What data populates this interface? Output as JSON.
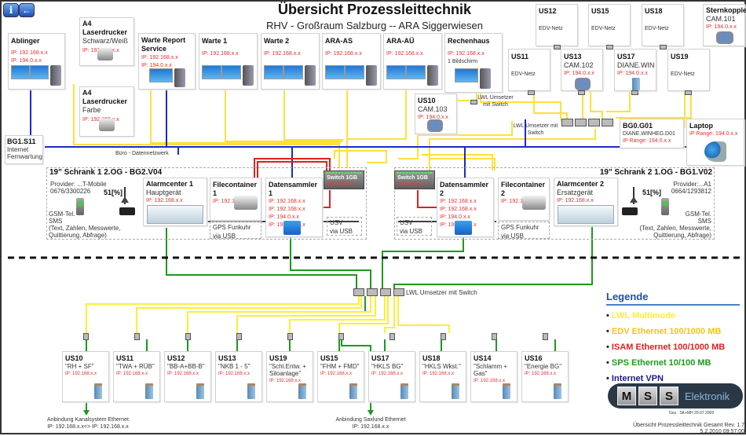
{
  "header": {
    "title": "Übersicht Prozessleittechnik",
    "subtitle": "RHV - Großraum Salzburg -- ARA Siggerwiesen"
  },
  "toolbar": {
    "info_icon": "info-icon",
    "back_icon": "back-arrow-icon"
  },
  "top_stations": [
    {
      "name": "Ablinger",
      "sub": "",
      "ips": [
        "IP: 192.168.x.x",
        "IP: 194.0.x.x"
      ],
      "icon": "dual-monitor-workstation-icon"
    },
    {
      "name": "A4 Laserdrucker",
      "sub": "Schwarz/Weiß",
      "ips": [
        "IP: 192.168.x.x"
      ],
      "icon": "printer-icon"
    },
    {
      "name": "A4 Laserdrucker",
      "sub": "Farbe",
      "ips": [
        "IP: 192.168.x.x"
      ],
      "icon": "printer-icon"
    },
    {
      "name": "Warte Report Service",
      "sub": "",
      "ips": [
        "IP: 192.168.x.x",
        "IP: 194.0.x.x"
      ],
      "icon": "workstation-icon"
    },
    {
      "name": "Warte 1",
      "sub": "",
      "ips": [
        "IP: 192.168.x.x"
      ],
      "icon": "dual-monitor-workstation-icon"
    },
    {
      "name": "Warte 2",
      "sub": "",
      "ips": [
        "IP: 192.168.x.x"
      ],
      "icon": "dual-monitor-workstation-icon"
    },
    {
      "name": "ARA-AS",
      "sub": "",
      "ips": [
        "IP: 192.168.x.x"
      ],
      "icon": "dual-monitor-workstation-icon"
    },
    {
      "name": "ARA-AÜ",
      "sub": "",
      "ips": [
        "IP: 192.168.x.x"
      ],
      "icon": "dual-monitor-workstation-icon"
    },
    {
      "name": "Rechenhaus",
      "sub": "",
      "ips": [
        "IP: 192.168.x.x"
      ],
      "note": "1 Bildschirm",
      "icon": "workstation-icon"
    }
  ],
  "right_stations": [
    {
      "name": "US12",
      "sub": "EDV-Netz"
    },
    {
      "name": "US15",
      "sub": "EDV-Netz"
    },
    {
      "name": "US18",
      "sub": "EDV-Netz"
    },
    {
      "name": "Sternkoppler",
      "sub": "CAM.101",
      "ip": "IP: 194.0.x.x"
    },
    {
      "name": "US11",
      "sub": "EDV-Netz"
    },
    {
      "name": "US13",
      "sub": "CAM.102",
      "ip": "IP: 194.0.x.x"
    },
    {
      "name": "US17",
      "sub": "DIANE.WIN",
      "ip": "IP: 194.0.x.x"
    },
    {
      "name": "US19",
      "sub": "EDV-Netz"
    },
    {
      "name": "US10",
      "sub": "CAM.103",
      "ip": "IP: 194.0.x.x"
    }
  ],
  "converters": {
    "top_label": "LWL Umsetzer mit Switch",
    "mid_label": "LWL Umsetzer mit Switch",
    "bottom_label": "LWL Umsetzer mit Switch"
  },
  "bg0": {
    "name": "BG0.G01",
    "sub": "DIANE.WINHEG.D01",
    "ip": "IP Range: 194.0.x.x"
  },
  "laptop": {
    "name": "Laptop",
    "ip": "IP Range: 194.0.x.x"
  },
  "bg1": {
    "name": "BG1.S11",
    "lines": [
      "Internet",
      "Fernwartung"
    ]
  },
  "network_label": "Büro - Datennetzwerk",
  "cabinet1": {
    "title": "19\" Schrank 1 2.OG - BG2.V04",
    "provider": [
      "Provider: ...T-Mobile",
      "0676/3300226"
    ],
    "signal": "51[%]",
    "gsm": [
      "GSM-Tel.",
      "SMS",
      "(Text, Zahlen, Messwerte,",
      "Quittierung, Abfrage)"
    ],
    "alarm": {
      "name": "Alarmcenter 1",
      "sub": "Hauptgerät",
      "ip": "IP: 192.168.x.x"
    },
    "file": {
      "name": "Filecontainer 1",
      "ip": "IP: 192.168.x.x"
    },
    "gps": [
      "GPS Funkuhr",
      "via USB"
    ],
    "collector": {
      "name": "Datensammler 1",
      "ips": [
        "IP: 192.168.x.x",
        "IP: 192.168.x.x",
        "IP: 194.0.x.x",
        "IP: 192.168.x.x"
      ]
    },
    "usv": [
      "USV",
      "via USB"
    ],
    "switch": {
      "name": "Switch 1GB",
      "ip": "192.168.x.x"
    }
  },
  "cabinet2": {
    "title": "19\" Schrank 2 1.OG - BG1.V02",
    "provider": [
      "Provider:...A1",
      "0664/1293812"
    ],
    "signal": "51[%]",
    "gsm": [
      "GSM-Tel.",
      "SMS",
      "(Text, Zahlen, Messwerte,",
      "Quittierung, Abfrage)"
    ],
    "alarm": {
      "name": "Alarmcenter 2",
      "sub": "Ersatzgerät",
      "ip": "IP: 192.168.x.x"
    },
    "file": {
      "name": "Filecontainer 2",
      "ip": "IP: 192.168.x.x"
    },
    "gps": [
      "GPS Funkuhr",
      "via USB"
    ],
    "collector": {
      "name": "Datensammler 2",
      "ips": [
        "IP: 192.168.x.x",
        "IP: 192.168.x.x",
        "IP: 194.0.x.x",
        "IP: 192.168.x.x"
      ]
    },
    "usv": [
      "USV",
      "via USB"
    ],
    "switch": {
      "name": "Switch 1GB",
      "ip": "192.168.x.x"
    }
  },
  "plc_stations": [
    {
      "name": "US10",
      "desc": "\"RH + SF\"",
      "ip": "IP: 192.168.x.x"
    },
    {
      "name": "US11",
      "desc": "\"TWA + RÜB\"",
      "ip": "IP: 192.168.x.x"
    },
    {
      "name": "US12",
      "desc": "\"BB-A+BB-B\"",
      "ip": "IP: 192.168.x.x"
    },
    {
      "name": "US13",
      "desc": "\"NKB 1 - 5\"",
      "ip": "IP: 192.168.x.x"
    },
    {
      "name": "US19",
      "desc": "\"Schl.Entw. + Siloanlage\"",
      "ip": "IP: 192.168.x.x"
    },
    {
      "name": "US15",
      "desc": "\"FHM + FMD\"",
      "ip": "IP: 192.168.x.x"
    },
    {
      "name": "US17",
      "desc": "\"HKLS BG\"",
      "ip": "IP: 192.168.x.x"
    },
    {
      "name": "US18",
      "desc": "\"HKLS Wkst.\"",
      "ip": "IP: 192.168.x.x"
    },
    {
      "name": "US14",
      "desc": "\"Schlamm + Gas\"",
      "ip": "IP: 192.168.x.x"
    },
    {
      "name": "US16",
      "desc": "\"Energie BG\"",
      "ip": "IP: 192.168.x.x"
    }
  ],
  "links": {
    "kanal": [
      "Anbindung Kanalsystem Ethernet",
      "IP: 192.168.x.x<> IP: 192.168.x.x"
    ],
    "saxlund": [
      "Anbindung Saxlund Ethernet",
      "IP: 192.168.x.x"
    ]
  },
  "legend": {
    "title": "Legende",
    "items": [
      {
        "label": "LWL Multimode",
        "color": "#ffee33"
      },
      {
        "label": "EDV Ethernet 100/1000 MB",
        "color": "#f5c518"
      },
      {
        "label": "ISAM Ethernet 100/1000 MB",
        "color": "#e02020"
      },
      {
        "label": "SPS Ethernet 10/100 MB",
        "color": "#1c9a1c"
      },
      {
        "label": "Internet VPN",
        "color": "#1a1a8c"
      }
    ]
  },
  "logo": {
    "letters": [
      "M",
      "S",
      "S"
    ],
    "text": "Elektronik"
  },
  "footer": {
    "gez": "Gez.: SK+MH 29.07.2009",
    "doc": "Übersicht Prozessleittechnik Gesamt Rev. 1.7",
    "date": "5.2.2010 09:57:00"
  },
  "colors": {
    "lwl": "#ffee33",
    "edv": "#f5d020",
    "isam": "#e02020",
    "sps": "#1c9a1c",
    "vpn": "#1a2ad0"
  }
}
